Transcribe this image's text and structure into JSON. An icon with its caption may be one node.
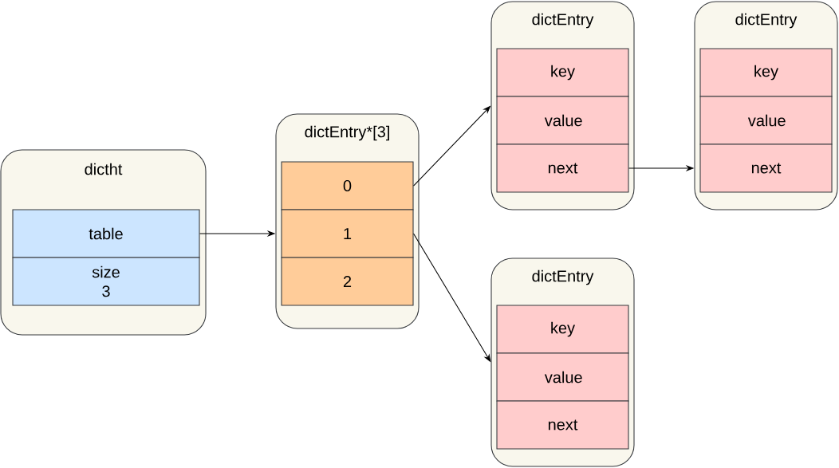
{
  "diagram": {
    "nodes": [
      {
        "text": [
          "dictht"
        ]
      },
      {
        "text": [
          "table"
        ],
        "in": 0
      },
      {
        "text": [
          "size 3"
        ],
        "in": 0
      },
      {
        "text": [
          "dictEntry*[3]"
        ]
      },
      {
        "text": [
          "0"
        ],
        "in": 3
      },
      {
        "text": [
          "1"
        ],
        "in": 3
      },
      {
        "text": [
          "2"
        ],
        "in": 3
      },
      {
        "text": [
          "dictEntry"
        ]
      },
      {
        "text": [
          "key"
        ],
        "in": 7
      },
      {
        "text": [
          "value"
        ],
        "in": 7
      },
      {
        "text": [
          "next"
        ],
        "in": 7
      },
      {
        "text": [
          "dictEntry"
        ]
      },
      {
        "text": [
          "key"
        ],
        "in": 11
      },
      {
        "text": [
          "value"
        ],
        "in": 11
      },
      {
        "text": [
          "next"
        ],
        "in": 11
      },
      {
        "text": [
          "dictEntry"
        ]
      },
      {
        "text": [
          "key"
        ],
        "in": 15
      },
      {
        "text": [
          "value"
        ],
        "in": 15
      },
      {
        "text": [
          "next"
        ],
        "in": 15
      }
    ],
    "edges": [
      {
        "from": 1,
        "to": 3,
        "arrow": "to"
      },
      {
        "from": 4,
        "to": 7,
        "arrow": "to"
      },
      {
        "from": 5,
        "to": 15,
        "arrow": "to"
      },
      {
        "from": 10,
        "to": 11,
        "arrow": "to"
      }
    ]
  }
}
